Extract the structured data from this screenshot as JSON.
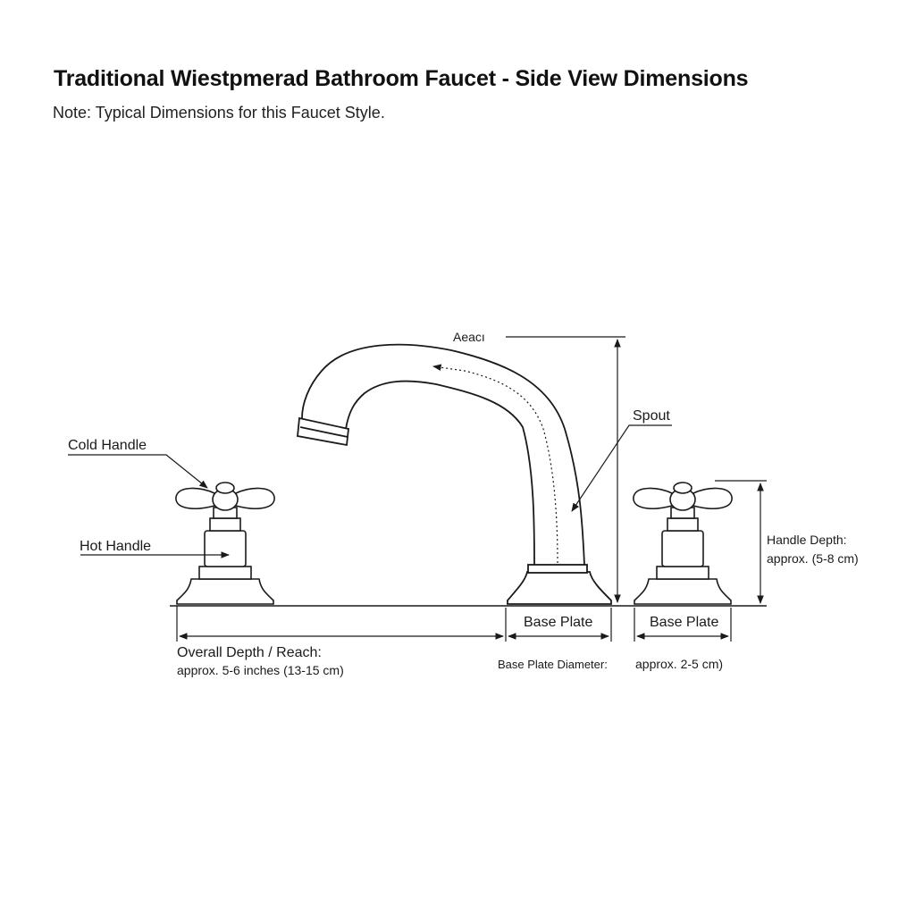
{
  "header": {
    "title": "Traditional Wiestpmerad Bathroom Faucet - Side View Dimensions",
    "note": "Note: Typical Dimensions for this Faucet Style."
  },
  "labels": {
    "top": "Aeacı",
    "spout": "Spout",
    "cold_handle": "Cold Handle",
    "hot_handle": "Hot Handle",
    "handle_depth_title": "Handle Depth:",
    "handle_depth_value": "approx. (5-8 cm)",
    "base_plate_center": "Base Plate",
    "base_plate_right": "Base Plate",
    "overall_depth_title": "Overall Depth / Reach:",
    "overall_depth_value": "approx. 5-6 inches (13-15 cm)",
    "base_plate_diameter_title": "Base Plate Diameter:",
    "base_plate_diameter_value": "approx. 2-5 cm)"
  },
  "colors": {
    "line": "#1a1a1a",
    "background": "#ffffff"
  }
}
